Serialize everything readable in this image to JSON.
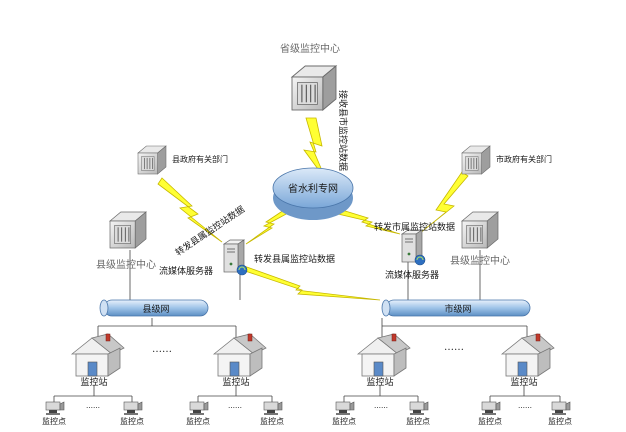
{
  "nodes": {
    "provincial_center": "省级监控中心",
    "water_network": "省水利专网",
    "county_gov": "县政府有关部门",
    "city_gov": "市政府有关部门",
    "county_center": "县级监控中心",
    "city_center": "县级监控中心",
    "county_stream_server": "流媒体服务器",
    "city_stream_server": "流媒体服务器",
    "county_network": "县级网",
    "city_network": "市级网",
    "station": "监控站",
    "point": "监控点"
  },
  "links": {
    "receive_city_data": "接收县市监控站数据",
    "forward_county_data_1": "转发县属监控站数据",
    "forward_county_data_2": "转发县属监控站数据",
    "forward_city_data": "转发市属监控站数据"
  },
  "ellipsis": "……",
  "ellipsis_small": "……"
}
